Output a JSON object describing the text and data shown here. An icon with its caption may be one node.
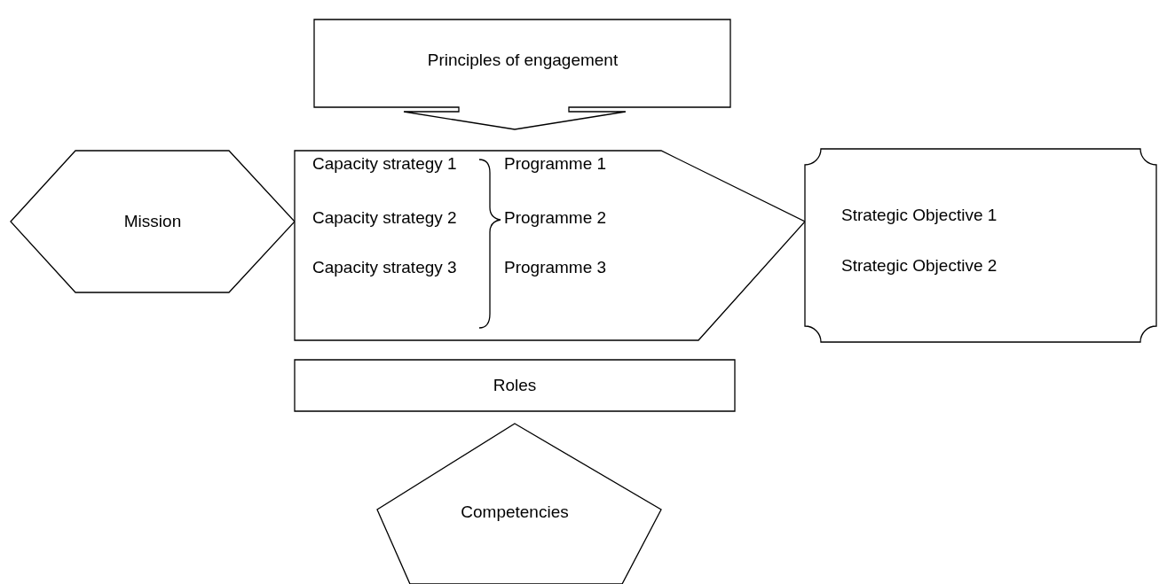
{
  "diagram": {
    "nodes": [
      {
        "text": [
          "Principles of engagement"
        ]
      },
      {
        "text": [
          "Mission"
        ]
      },
      {
        "text": [
          "Capacity strategy 1",
          "Capacity strategy 2",
          "Capacity strategy 3",
          "Programme 1",
          "Programme 2",
          "Programme 3"
        ]
      },
      {
        "text": [
          "Strategic Objective 1",
          "Strategic Objective 2"
        ]
      },
      {
        "text": [
          "Roles"
        ]
      },
      {
        "text": [
          "Competencies"
        ]
      }
    ]
  }
}
